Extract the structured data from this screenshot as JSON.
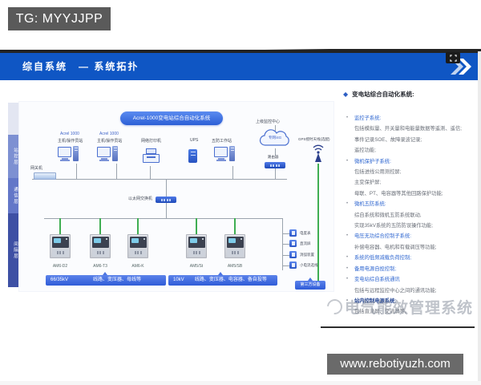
{
  "page": {
    "tg_label": "TG: MYYJJPP",
    "website": "www.rebotiyuzh.com",
    "watermark": "电气能效管理系统"
  },
  "header": {
    "title": "综自系统　— 系统拓扑"
  },
  "layers": [
    {
      "label": "站控层"
    },
    {
      "label": "通信层"
    },
    {
      "label": "间隔层"
    }
  ],
  "diagram": {
    "title": "Acrel-1000变电站综合自动化系统",
    "nodes": {
      "gateway": "网关机",
      "ws1_brand": "Acrel 1000",
      "ws1_name": "主机/操作员站",
      "ws2_brand": "Acrel 1000",
      "ws2_name": "主机/操作员站",
      "printer": "网络打印机",
      "ups": "UPS",
      "wufang_ws": "五防工作站",
      "remote_center": "上级监控中心",
      "cloud": "专网/4G",
      "router": "路由器",
      "gps": "GPS授时天线(选配)",
      "switch": "以太网交换机"
    },
    "relays": [
      {
        "model": "AM6-D2"
      },
      {
        "model": "AM6-T3"
      },
      {
        "model": "AM6-K"
      },
      {
        "model": "AM5/St"
      },
      {
        "model": "AM5/SB"
      }
    ],
    "banners": [
      {
        "voltage": "66/35kV",
        "text": "线路、变压器、母线等"
      },
      {
        "voltage": "10kV",
        "text": "线路、变压器、电容器、备自投等"
      }
    ],
    "third_party": {
      "items": [
        {
          "label": "电度表"
        },
        {
          "label": "直流屏"
        },
        {
          "label": "消弧装置"
        },
        {
          "label": "小电流选线"
        }
      ],
      "banner": "第三方设备"
    }
  },
  "panel": {
    "header": "变电站综合自动化系统:",
    "lines": [
      {
        "style": "h",
        "text": "监控子系统:"
      },
      {
        "style": "b",
        "text": "包括模拟量、开关量和电能量数据等遥测、遥信;"
      },
      {
        "style": "b",
        "text": "事件记录SOE、故障录波记录;"
      },
      {
        "style": "b",
        "text": "遥控功能;"
      },
      {
        "style": "h",
        "text": "微机保护子系统:"
      },
      {
        "style": "b",
        "text": "包括进线公用测控屏;"
      },
      {
        "style": "b",
        "text": "主变保护屏;"
      },
      {
        "style": "b",
        "text": "母联、PT、电容器等其他回路保护功能;"
      },
      {
        "style": "h",
        "text": "微机五防系统:"
      },
      {
        "style": "b",
        "text": "综自系统和微机五防系统联动,"
      },
      {
        "style": "b",
        "text": "实现35kV系统的五防防误操作功能;"
      },
      {
        "style": "h",
        "text": "电压无功综合控制子系统:"
      },
      {
        "style": "b",
        "text": "补偿电容器、电机和有载调压等功能;"
      },
      {
        "style": "h",
        "text": "系统的低频减载负荷控制;"
      },
      {
        "style": "h",
        "text": "备用电源自投控制;"
      },
      {
        "style": "h",
        "text": "变电站综自系统通讯"
      },
      {
        "style": "b",
        "text": "包括与远程监控中心之间的通讯功能;"
      },
      {
        "style": "h2",
        "text": "站内控制电源系统:"
      },
      {
        "style": "b",
        "text": "包括直流屏、交流屏等。"
      }
    ]
  },
  "colors": {
    "header_blue": "#0f56c4",
    "banner_blue": "#2f5cd8",
    "heading_blue": "#2e66d0",
    "gps_green": "#3fae52",
    "overlay_gray": "#5a5a5a"
  }
}
